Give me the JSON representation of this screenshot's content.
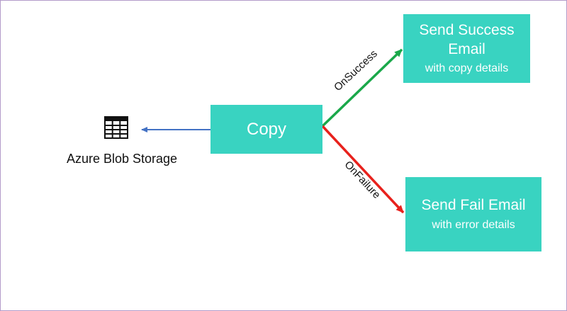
{
  "colors": {
    "node_fill": "#39d3c1",
    "success_edge": "#1aa84a",
    "failure_edge": "#e8211c",
    "storage_edge": "#4472c4",
    "frame_border": "#b39bc9"
  },
  "nodes": {
    "storage": {
      "icon": "table-icon",
      "label": "Azure Blob Storage"
    },
    "copy": {
      "label": "Copy"
    },
    "success": {
      "title_line1": "Send Success",
      "title_line2": "Email",
      "subtitle": "with copy details"
    },
    "fail": {
      "title": "Send Fail Email",
      "subtitle": "with error details"
    }
  },
  "edges": {
    "success": {
      "label": "OnSuccess"
    },
    "failure": {
      "label": "OnFailure"
    }
  }
}
